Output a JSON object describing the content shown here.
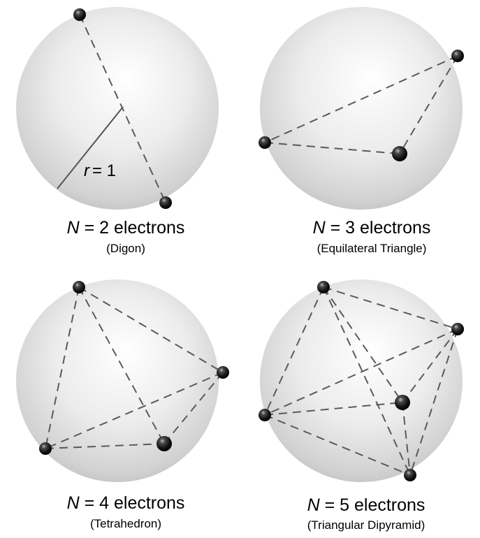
{
  "panels": [
    {
      "electrons": 2,
      "caption_var": "N",
      "caption_rest": " = 2 electrons",
      "subtitle": "(Digon)",
      "radius_label": "= 1",
      "radius_var": "r"
    },
    {
      "electrons": 3,
      "caption_var": "N",
      "caption_rest": " = 3 electrons",
      "subtitle": "(Equilateral Triangle)"
    },
    {
      "electrons": 4,
      "caption_var": "N",
      "caption_rest": " = 4 electrons",
      "subtitle": "(Tetrahedron)"
    },
    {
      "electrons": 5,
      "caption_var": "N",
      "caption_rest": " = 5 electrons",
      "subtitle": "(Triangular Dipyramid)"
    }
  ],
  "colors": {
    "sphere_highlight": "#ffffff",
    "sphere_mid": "#e6e6e6",
    "sphere_edge": "#c8c8c8",
    "electron": "#111111",
    "dashed_edge": "#5a5a5a"
  }
}
